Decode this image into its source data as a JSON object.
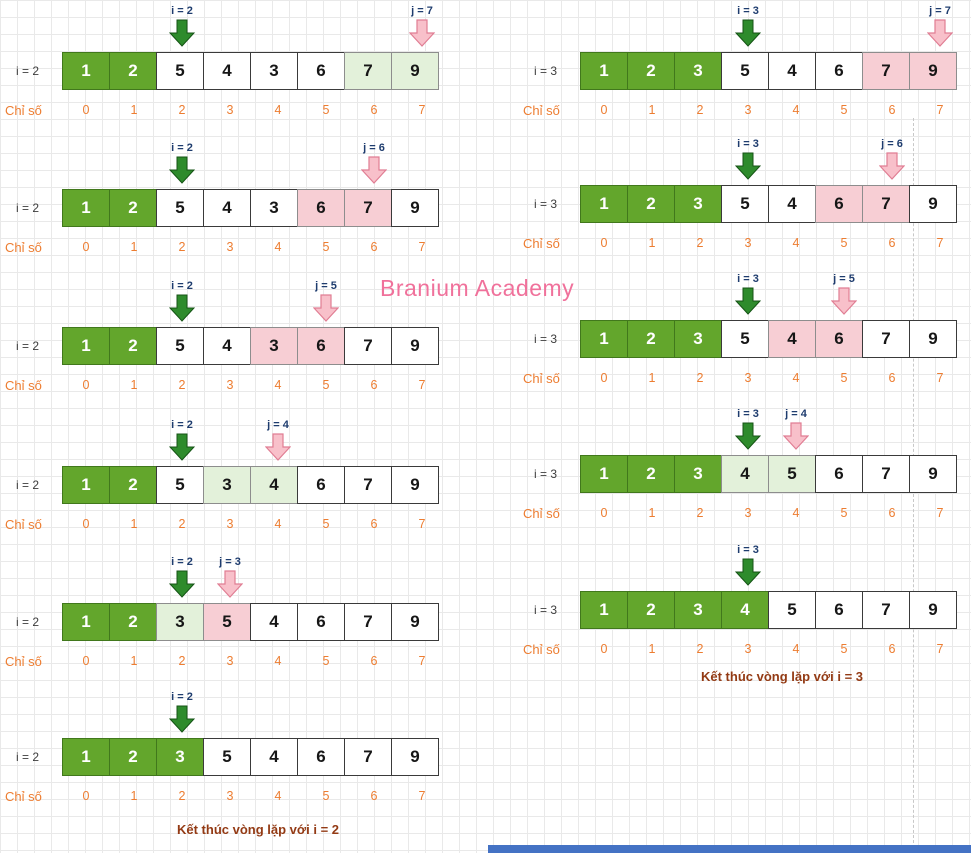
{
  "watermark": "Branium Academy",
  "index_label": "Chỉ số",
  "indices": [
    "0",
    "1",
    "2",
    "3",
    "4",
    "5",
    "6",
    "7"
  ],
  "colors": {
    "sorted_cell": "#63a62c",
    "swap_cell": "#e3f1da",
    "compare_cell": "#f7ced4",
    "arrow_i": "#2e8b2c",
    "arrow_j": "#f8c0ca",
    "index_text": "#ed7d31",
    "arrow_label_text": "#1e3c6e",
    "end_text": "#933a14",
    "watermark_text": "#f0719b"
  },
  "columns": [
    {
      "end_text": "Kết thúc vòng lặp với i = 2",
      "diagrams": [
        {
          "row_label": "i = 2",
          "i_arrow": {
            "label": "i = 2",
            "index": 2
          },
          "j_arrow": {
            "label": "j = 7",
            "index": 7
          },
          "cells": [
            {
              "value": "1",
              "style": "s"
            },
            {
              "value": "2",
              "style": "s"
            },
            {
              "value": "5",
              "style": "w"
            },
            {
              "value": "4",
              "style": "w"
            },
            {
              "value": "3",
              "style": "w"
            },
            {
              "value": "6",
              "style": "w"
            },
            {
              "value": "7",
              "style": "g"
            },
            {
              "value": "9",
              "style": "g"
            }
          ]
        },
        {
          "row_label": "i = 2",
          "i_arrow": {
            "label": "i = 2",
            "index": 2
          },
          "j_arrow": {
            "label": "j = 6",
            "index": 6
          },
          "cells": [
            {
              "value": "1",
              "style": "s"
            },
            {
              "value": "2",
              "style": "s"
            },
            {
              "value": "5",
              "style": "w"
            },
            {
              "value": "4",
              "style": "w"
            },
            {
              "value": "3",
              "style": "w"
            },
            {
              "value": "6",
              "style": "p"
            },
            {
              "value": "7",
              "style": "p"
            },
            {
              "value": "9",
              "style": "w"
            }
          ]
        },
        {
          "row_label": "i = 2",
          "i_arrow": {
            "label": "i = 2",
            "index": 2
          },
          "j_arrow": {
            "label": "j = 5",
            "index": 5
          },
          "cells": [
            {
              "value": "1",
              "style": "s"
            },
            {
              "value": "2",
              "style": "s"
            },
            {
              "value": "5",
              "style": "w"
            },
            {
              "value": "4",
              "style": "w"
            },
            {
              "value": "3",
              "style": "p"
            },
            {
              "value": "6",
              "style": "p"
            },
            {
              "value": "7",
              "style": "w"
            },
            {
              "value": "9",
              "style": "w"
            }
          ]
        },
        {
          "row_label": "i = 2",
          "i_arrow": {
            "label": "i = 2",
            "index": 2
          },
          "j_arrow": {
            "label": "j = 4",
            "index": 4
          },
          "cells": [
            {
              "value": "1",
              "style": "s"
            },
            {
              "value": "2",
              "style": "s"
            },
            {
              "value": "5",
              "style": "w"
            },
            {
              "value": "3",
              "style": "g"
            },
            {
              "value": "4",
              "style": "g"
            },
            {
              "value": "6",
              "style": "w"
            },
            {
              "value": "7",
              "style": "w"
            },
            {
              "value": "9",
              "style": "w"
            }
          ]
        },
        {
          "row_label": "i = 2",
          "i_arrow": {
            "label": "i = 2",
            "index": 2
          },
          "j_arrow": {
            "label": "j = 3",
            "index": 3
          },
          "cells": [
            {
              "value": "1",
              "style": "s"
            },
            {
              "value": "2",
              "style": "s"
            },
            {
              "value": "3",
              "style": "g"
            },
            {
              "value": "5",
              "style": "p"
            },
            {
              "value": "4",
              "style": "w"
            },
            {
              "value": "6",
              "style": "w"
            },
            {
              "value": "7",
              "style": "w"
            },
            {
              "value": "9",
              "style": "w"
            }
          ]
        },
        {
          "row_label": "i = 2",
          "i_arrow": {
            "label": "i = 2",
            "index": 2
          },
          "j_arrow": null,
          "cells": [
            {
              "value": "1",
              "style": "s"
            },
            {
              "value": "2",
              "style": "s"
            },
            {
              "value": "3",
              "style": "s"
            },
            {
              "value": "5",
              "style": "w"
            },
            {
              "value": "4",
              "style": "w"
            },
            {
              "value": "6",
              "style": "w"
            },
            {
              "value": "7",
              "style": "w"
            },
            {
              "value": "9",
              "style": "w"
            }
          ]
        }
      ]
    },
    {
      "end_text": "Kết thúc vòng lặp với i = 3",
      "diagrams": [
        {
          "row_label": "i = 3",
          "i_arrow": {
            "label": "i = 3",
            "index": 3
          },
          "j_arrow": {
            "label": "j = 7",
            "index": 7
          },
          "cells": [
            {
              "value": "1",
              "style": "s"
            },
            {
              "value": "2",
              "style": "s"
            },
            {
              "value": "3",
              "style": "s"
            },
            {
              "value": "5",
              "style": "w"
            },
            {
              "value": "4",
              "style": "w"
            },
            {
              "value": "6",
              "style": "w"
            },
            {
              "value": "7",
              "style": "p"
            },
            {
              "value": "9",
              "style": "p"
            }
          ]
        },
        {
          "row_label": "i = 3",
          "i_arrow": {
            "label": "i = 3",
            "index": 3
          },
          "j_arrow": {
            "label": "j = 6",
            "index": 6
          },
          "cells": [
            {
              "value": "1",
              "style": "s"
            },
            {
              "value": "2",
              "style": "s"
            },
            {
              "value": "3",
              "style": "s"
            },
            {
              "value": "5",
              "style": "w"
            },
            {
              "value": "4",
              "style": "w"
            },
            {
              "value": "6",
              "style": "p"
            },
            {
              "value": "7",
              "style": "p"
            },
            {
              "value": "9",
              "style": "w"
            }
          ]
        },
        {
          "row_label": "i = 3",
          "i_arrow": {
            "label": "i = 3",
            "index": 3
          },
          "j_arrow": {
            "label": "j = 5",
            "index": 5
          },
          "cells": [
            {
              "value": "1",
              "style": "s"
            },
            {
              "value": "2",
              "style": "s"
            },
            {
              "value": "3",
              "style": "s"
            },
            {
              "value": "5",
              "style": "w"
            },
            {
              "value": "4",
              "style": "p"
            },
            {
              "value": "6",
              "style": "p"
            },
            {
              "value": "7",
              "style": "w"
            },
            {
              "value": "9",
              "style": "w"
            }
          ]
        },
        {
          "row_label": "i = 3",
          "i_arrow": {
            "label": "i = 3",
            "index": 3
          },
          "j_arrow": {
            "label": "j = 4",
            "index": 4
          },
          "cells": [
            {
              "value": "1",
              "style": "s"
            },
            {
              "value": "2",
              "style": "s"
            },
            {
              "value": "3",
              "style": "s"
            },
            {
              "value": "4",
              "style": "g"
            },
            {
              "value": "5",
              "style": "g"
            },
            {
              "value": "6",
              "style": "w"
            },
            {
              "value": "7",
              "style": "w"
            },
            {
              "value": "9",
              "style": "w"
            }
          ]
        },
        {
          "row_label": "i = 3",
          "i_arrow": {
            "label": "i = 3",
            "index": 3
          },
          "j_arrow": null,
          "cells": [
            {
              "value": "1",
              "style": "s"
            },
            {
              "value": "2",
              "style": "s"
            },
            {
              "value": "3",
              "style": "s"
            },
            {
              "value": "4",
              "style": "s"
            },
            {
              "value": "5",
              "style": "w"
            },
            {
              "value": "6",
              "style": "w"
            },
            {
              "value": "7",
              "style": "w"
            },
            {
              "value": "9",
              "style": "w"
            }
          ]
        }
      ]
    }
  ]
}
